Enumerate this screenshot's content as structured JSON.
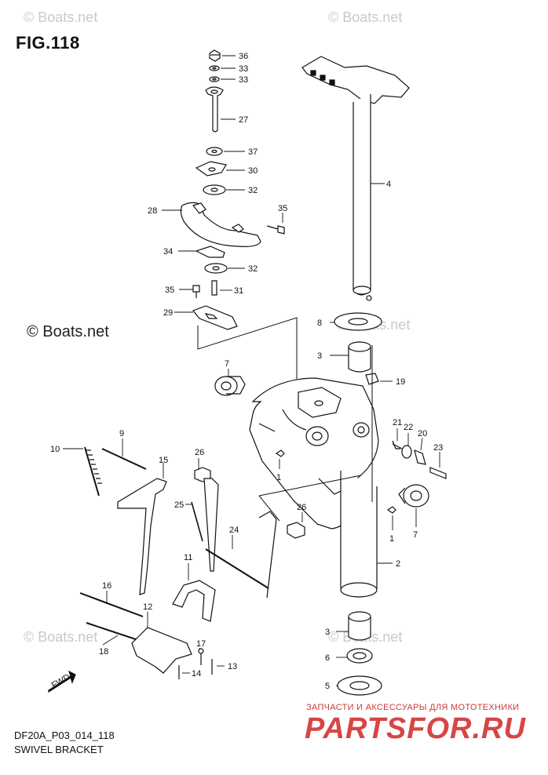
{
  "figure": {
    "title": "FIG.118",
    "code": "DF20A_P03_014_118",
    "name": "SWIVEL BRACKET"
  },
  "watermarks": {
    "top_left": "© Boats.net",
    "top_right": "© Boats.net",
    "mid": "© Boats.net",
    "mid_right": "© Boats.net",
    "bottom_left": "© Boats.net",
    "bottom_right": "© Boats.net"
  },
  "brand": {
    "subtitle": "ЗАПЧАСТИ И АКСЕССУАРЫ ДЛЯ МОТОТЕХНИКИ",
    "logo": "PARTSFOR.RU"
  },
  "fwd_label": "FWD",
  "callouts": [
    "36",
    "33",
    "33",
    "27",
    "37",
    "30",
    "32",
    "28",
    "35",
    "34",
    "32",
    "35",
    "31",
    "29",
    "4",
    "8",
    "3",
    "19",
    "7",
    "21",
    "22",
    "20",
    "23",
    "1",
    "9",
    "10",
    "26",
    "15",
    "25",
    "26",
    "24",
    "1",
    "7",
    "2",
    "11",
    "16",
    "12",
    "18",
    "17",
    "14",
    "13",
    "3",
    "6",
    "5"
  ]
}
